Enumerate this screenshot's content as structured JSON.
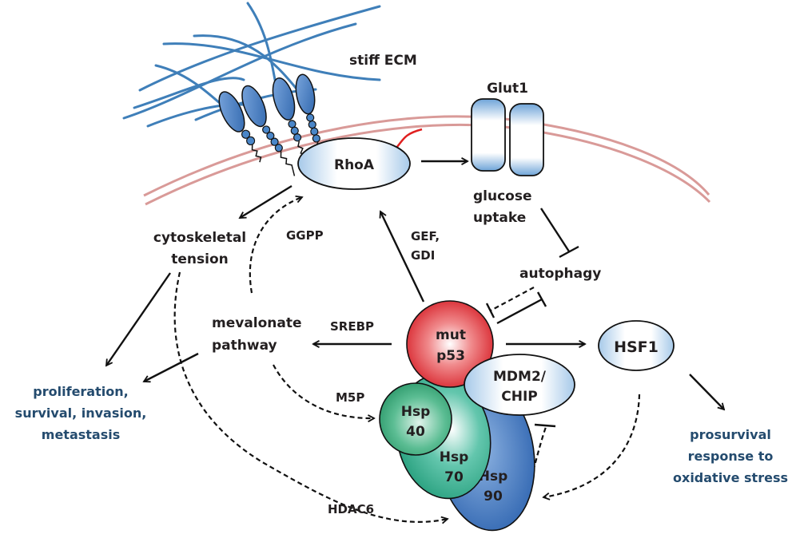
{
  "title": "Mutant p53 signaling network linking stiff ECM, RhoA, mevalonate pathway and chaperones",
  "colors": {
    "ecm_fiber": "#3f7fb9",
    "integrin": "#4a86c8",
    "membrane": "#d99a98",
    "lipid_anchor": "#e02020",
    "p53": "#e0393f",
    "hsp40": "#3fae83",
    "hsp70": "#40b596",
    "hsp90": "#3d79c3",
    "node_tint": "#a9cbe8",
    "outcome_text": "#244b6e",
    "label_text": "#231f20"
  },
  "labels": {
    "stiff_ecm": "stiff ECM",
    "glut1": "Glut1",
    "rhoa": "RhoA",
    "glucose_uptake": [
      "glucose",
      "uptake"
    ],
    "cytoskeletal_tension": [
      "cytoskeletal",
      "tension"
    ],
    "ggpp": "GGPP",
    "gef_gdi": [
      "GEF,",
      "GDI"
    ],
    "autophagy": "autophagy",
    "mevalonate_pathway": [
      "mevalonate",
      "pathway"
    ],
    "srebp": "SREBP",
    "mut_p53": [
      "mut",
      "p53"
    ],
    "hsf1": "HSF1",
    "mdm2_chip": [
      "MDM2/",
      "CHIP"
    ],
    "m5p": "M5P",
    "hsp40": [
      "Hsp",
      "40"
    ],
    "hsp70": [
      "Hsp",
      "70"
    ],
    "hsp90": [
      "Hsp",
      "90"
    ],
    "hdac6": "HDAC6"
  },
  "outcomes": {
    "proliferation": [
      "proliferation,",
      "survival, invasion,",
      "metastasis"
    ],
    "prosurvival": [
      "prosurvival",
      "response to",
      "oxidative stress"
    ]
  },
  "edges": [
    {
      "from": "RhoA",
      "to": "Glut1",
      "type": "activation",
      "style": "solid"
    },
    {
      "from": "RhoA",
      "to": "cytoskeletal tension",
      "type": "activation",
      "style": "solid"
    },
    {
      "from": "mevalonate pathway",
      "to": "RhoA",
      "label": "GGPP",
      "type": "activation",
      "style": "dashed"
    },
    {
      "from": "mut p53",
      "to": "RhoA",
      "label": "GEF, GDI",
      "type": "activation",
      "style": "solid"
    },
    {
      "from": "glucose uptake",
      "to": "autophagy",
      "type": "inhibition",
      "style": "solid"
    },
    {
      "from": "autophagy",
      "to": "mut p53",
      "type": "inhibition",
      "style": "dashed"
    },
    {
      "from": "mut p53",
      "to": "autophagy",
      "type": "inhibition",
      "style": "solid"
    },
    {
      "from": "mut p53",
      "to": "mevalonate pathway",
      "label": "SREBP",
      "type": "activation",
      "style": "solid"
    },
    {
      "from": "mut p53",
      "to": "HSF1",
      "type": "activation",
      "style": "solid"
    },
    {
      "from": "HSF1",
      "to": "prosurvival response to oxidative stress",
      "type": "activation",
      "style": "solid"
    },
    {
      "from": "HSF1",
      "to": "Hsp90",
      "type": "activation",
      "style": "dashed"
    },
    {
      "from": "Hsp90",
      "to": "MDM2/CHIP",
      "type": "inhibition",
      "style": "dashed"
    },
    {
      "from": "mevalonate pathway",
      "to": "Hsp40",
      "label": "M5P",
      "type": "activation",
      "style": "dashed"
    },
    {
      "from": "cytoskeletal tension",
      "to": "Hsp chaperones",
      "label": "HDAC6",
      "type": "activation",
      "style": "dashed"
    },
    {
      "from": "cytoskeletal tension",
      "to": "proliferation, survival, invasion, metastasis",
      "type": "activation",
      "style": "solid"
    },
    {
      "from": "mevalonate pathway",
      "to": "proliferation, survival, invasion, metastasis",
      "type": "activation",
      "style": "solid"
    }
  ]
}
